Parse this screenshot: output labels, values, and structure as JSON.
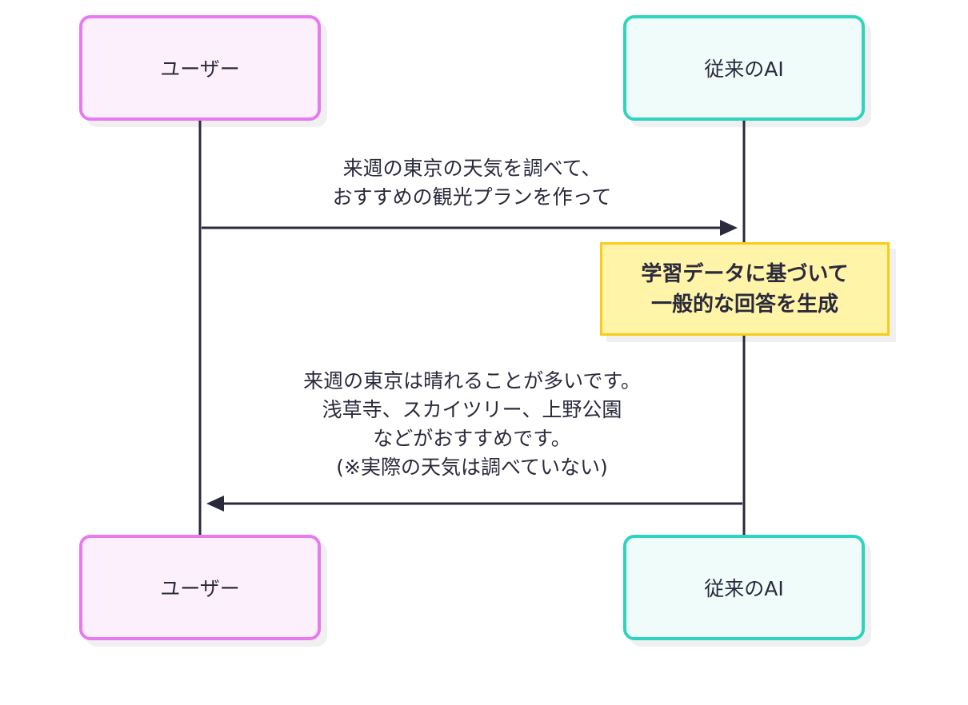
{
  "participants": [
    {
      "id": "user",
      "label": "ユーザー",
      "border_color": "#e879f0",
      "fill_color": "#fdf0fd"
    },
    {
      "id": "ai",
      "label": "従来のAI",
      "border_color": "#2dd4bf",
      "fill_color": "#effcfa"
    }
  ],
  "messages": [
    {
      "from": "user",
      "to": "ai",
      "text": "来週の東京の天気を調べて、\nおすすめの観光プランを作って"
    },
    {
      "from": "ai",
      "to": "user",
      "text": "来週の東京は晴れることが多いです。\n浅草寺、スカイツリー、上野公園\nなどがおすすめです。\n(※実際の天気は調べていない)"
    }
  ],
  "note": {
    "over": "ai",
    "text": "学習データに基づいて\n一般的な回答を生成",
    "border_color": "#facc15",
    "fill_color": "#fff4a8"
  },
  "line_color": "#2a2a3c"
}
